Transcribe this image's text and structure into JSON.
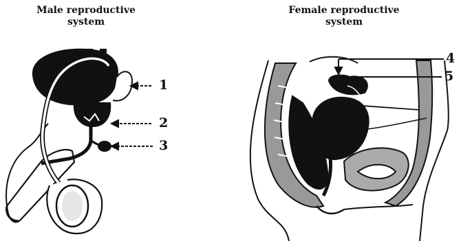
{
  "male": {
    "title_line1": "Male reproductive",
    "title_line2": "system",
    "labels": [
      "1",
      "2",
      "3"
    ]
  },
  "female": {
    "title_line1": "Female reproductive",
    "title_line2": "system",
    "labels": [
      "4",
      "5"
    ]
  }
}
